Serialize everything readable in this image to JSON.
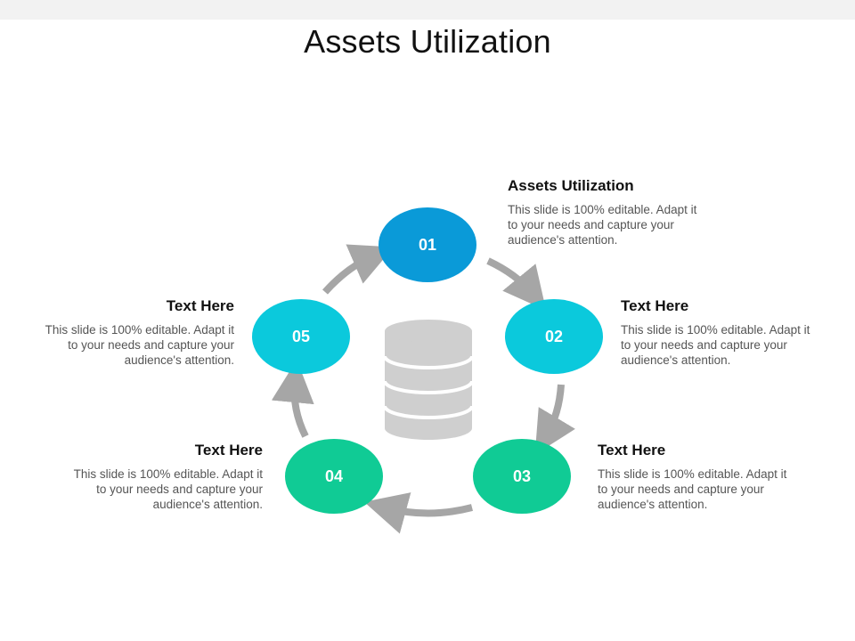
{
  "title": "Assets Utilization",
  "colors": {
    "node_01": "#0a9ad8",
    "node_02": "#0bc9dc",
    "node_03": "#10cb95",
    "node_04": "#10cb95",
    "node_05": "#0bc9dc",
    "arrow": "#a6a6a6",
    "database": "#cfcfcf"
  },
  "center_icon": "database-icon",
  "nodes": [
    {
      "label": "01"
    },
    {
      "label": "02"
    },
    {
      "label": "03"
    },
    {
      "label": "04"
    },
    {
      "label": "05"
    }
  ],
  "callouts": [
    {
      "heading": "Assets Utilization",
      "body": "This slide is 100% editable. Adapt it to your needs and capture your audience's attention."
    },
    {
      "heading": "Text Here",
      "body": "This slide is 100% editable. Adapt it to your needs and capture your audience's attention."
    },
    {
      "heading": "Text Here",
      "body": "This slide is 100% editable. Adapt it to your needs and capture your audience's attention."
    },
    {
      "heading": "Text Here",
      "body": "This slide is 100% editable. Adapt it to your needs and capture your audience's attention."
    },
    {
      "heading": "Text Here",
      "body": "This slide is 100% editable. Adapt it to your needs and capture your audience's attention."
    }
  ]
}
